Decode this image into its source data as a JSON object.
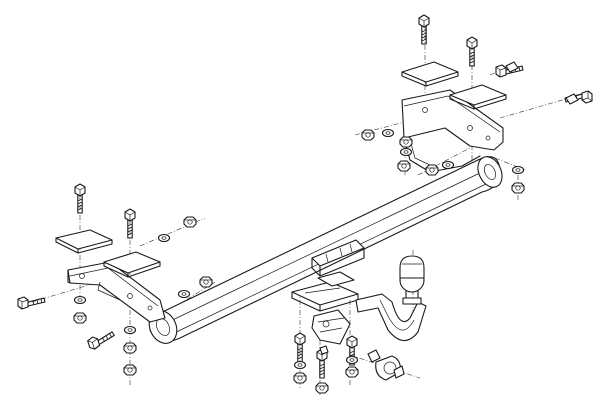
{
  "diagram": {
    "subject": "tow-hitch-exploded-assembly",
    "components": [
      "crossbar-tube",
      "left-mounting-bracket",
      "right-mounting-bracket",
      "left-mounting-plate",
      "left-mounting-plate-2",
      "right-mounting-plate",
      "right-mounting-plate-2",
      "tow-ball",
      "ball-neck",
      "socket-plate",
      "electrical-socket-plug",
      "bolts",
      "nuts",
      "washers"
    ],
    "colors": {
      "line": "#1a1a1a",
      "background": "#ffffff"
    }
  }
}
